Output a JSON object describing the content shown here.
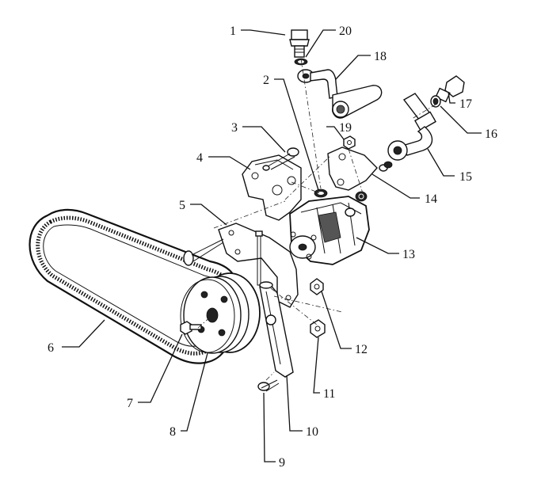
{
  "callouts": [
    {
      "id": "1",
      "text": "1"
    },
    {
      "id": "2",
      "text": "2"
    },
    {
      "id": "3",
      "text": "3"
    },
    {
      "id": "4",
      "text": "4"
    },
    {
      "id": "5",
      "text": "5"
    },
    {
      "id": "6",
      "text": "6"
    },
    {
      "id": "7",
      "text": "7"
    },
    {
      "id": "8",
      "text": "8"
    },
    {
      "id": "9",
      "text": "9"
    },
    {
      "id": "10",
      "text": "10"
    },
    {
      "id": "11",
      "text": "11"
    },
    {
      "id": "12",
      "text": "12"
    },
    {
      "id": "13",
      "text": "13"
    },
    {
      "id": "14",
      "text": "14"
    },
    {
      "id": "15",
      "text": "15"
    },
    {
      "id": "16",
      "text": "16"
    },
    {
      "id": "17",
      "text": "17"
    },
    {
      "id": "18",
      "text": "18"
    },
    {
      "id": "19",
      "text": "19"
    },
    {
      "id": "20",
      "text": "20"
    }
  ],
  "colors": {
    "line": "#111111",
    "background": "#ffffff"
  }
}
